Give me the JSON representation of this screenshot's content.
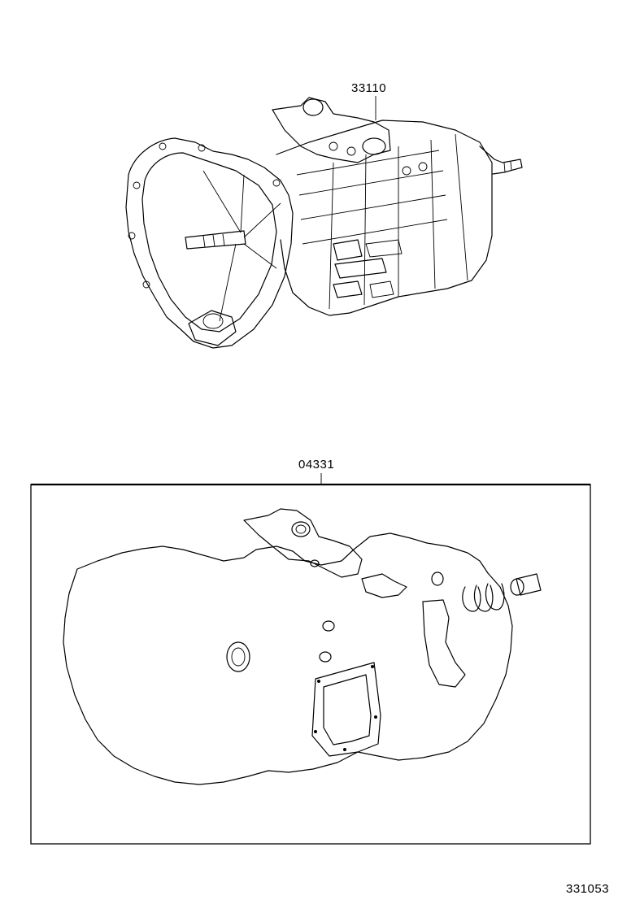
{
  "labels": {
    "transmission_part_no": "33110",
    "gasket_kit_part_no": "04331",
    "figure_code": "331053"
  }
}
